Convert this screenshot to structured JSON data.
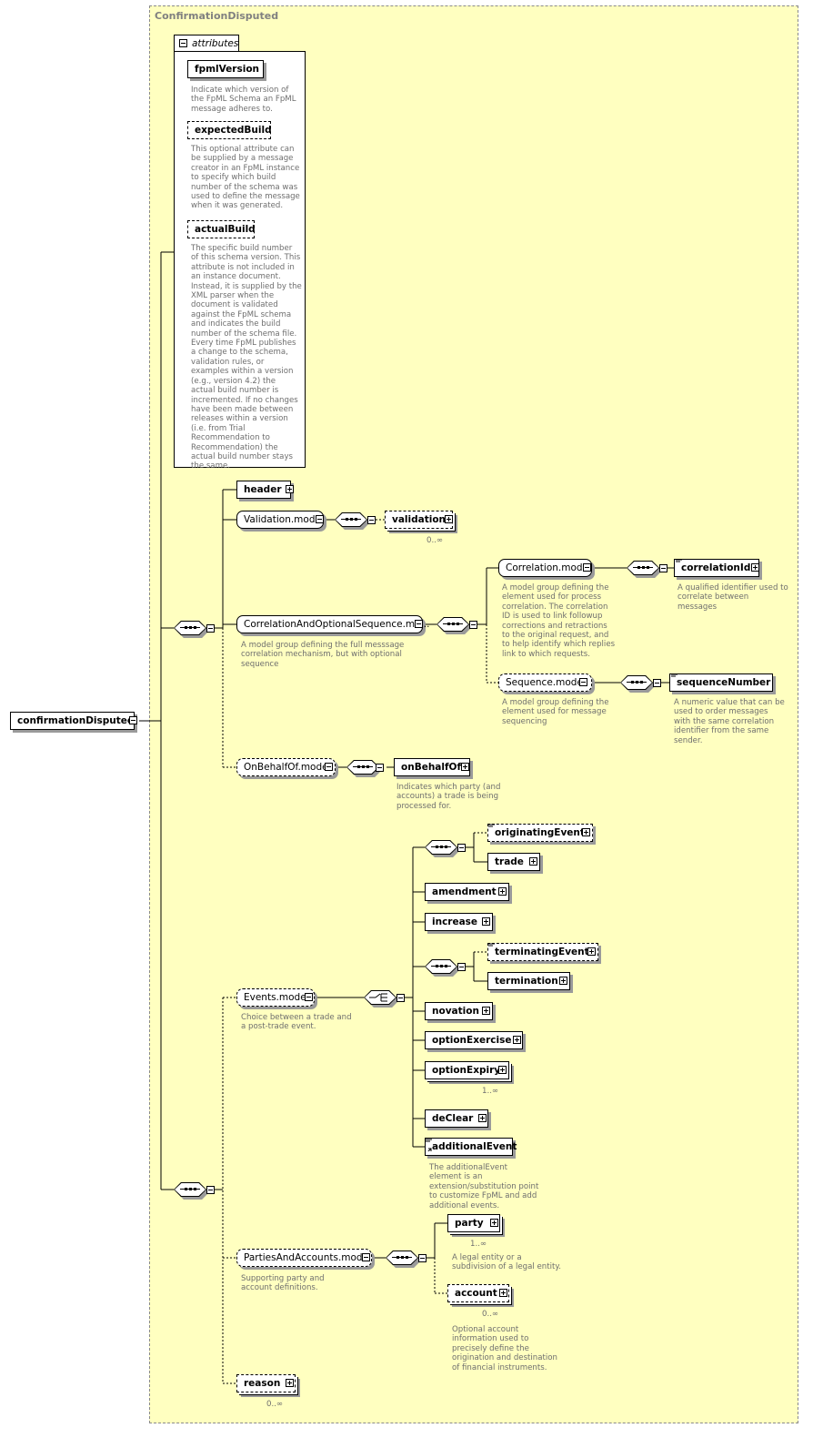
{
  "frame_title": "ConfirmationDisputed",
  "root": "confirmationDisputed",
  "attributes": {
    "label": "attributes",
    "items": [
      {
        "name": "fpmlVersion",
        "desc": "Indicate which version of the FpML Schema an FpML message adheres to."
      },
      {
        "name": "expectedBuild",
        "desc": "This optional attribute can be supplied by a message creator in an FpML instance to specify which build number of the schema was used to define the message when it was generated."
      },
      {
        "name": "actualBuild",
        "desc": "The specific build number of this schema version. This attribute is not included in an instance document. Instead, it is supplied by the XML parser when the document is validated against the FpML schema and indicates the build number of the schema file. Every time FpML publishes a change to the schema, validation rules, or examples within a version (e.g., version 4.2) the actual build number is incremented. If no changes have been made between releases within a version (i.e. from Trial Recommendation to Recommendation) the actual build number stays the same."
      }
    ]
  },
  "nodes": {
    "header": "header",
    "validation_model": "Validation.model",
    "validation": "validation",
    "validation_card": "0..∞",
    "correlation_opt": "CorrelationAndOptionalSequence.mo...",
    "correlation_opt_desc": "A model group defining the full messsage correlation mechanism, but with optional sequence",
    "correlation_model": "Correlation.model",
    "correlation_model_desc": "A model group defining the element used for process correlation. The correlation ID is used to link followup corrections and retractions to the original request, and to help identify which replies link to which requests.",
    "correlation_id": "correlationId",
    "correlation_id_desc": "A qualified identifier used to correlate between messages",
    "sequence_model": "Sequence.model",
    "sequence_model_desc": "A model group defining the element used for message sequencing",
    "sequence_number": "sequenceNumber",
    "sequence_number_desc": "A numeric value that can be used to order messages with the same correlation identifier from the same sender.",
    "on_behalf_of_model": "OnBehalfOf.model",
    "on_behalf_of": "onBehalfOf",
    "on_behalf_of_desc": "Indicates which party (and accounts) a trade is being processed for.",
    "events_model": "Events.model",
    "events_model_desc": "Choice between a trade and a post-trade event.",
    "originating_event": "originatingEvent",
    "trade": "trade",
    "amendment": "amendment",
    "increase": "increase",
    "terminating_event": "terminatingEvent",
    "termination": "termination",
    "novation": "novation",
    "option_exercise": "optionExercise",
    "option_expiry": "optionExpiry",
    "option_expiry_card": "1..∞",
    "de_clear": "deClear",
    "additional_event": "additionalEvent",
    "additional_event_desc": "The additionalEvent element is an extension/substitution point to customize FpML and add additional events.",
    "parties_model": "PartiesAndAccounts.model",
    "parties_model_desc": "Supporting party and account definitions.",
    "party": "party",
    "party_card": "1..∞",
    "party_desc": "A legal entity or a subdivision of a legal entity.",
    "account": "account",
    "account_card": "0..∞",
    "account_desc": "Optional account information used to precisely define the origination and destination of financial instruments.",
    "reason": "reason",
    "reason_card": "0..∞"
  }
}
